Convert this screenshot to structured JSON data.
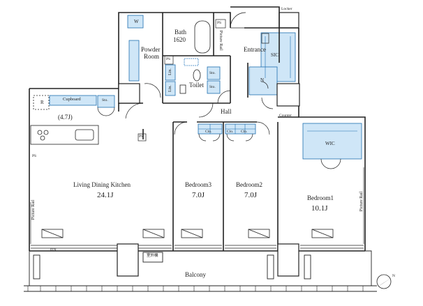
{
  "rooms": {
    "ldk": {
      "name": "Living Dining Kitchen",
      "size": "24.1J"
    },
    "bed3": {
      "name": "Bedroom3",
      "size": "7.0J"
    },
    "bed2": {
      "name": "Bedroom2",
      "size": "7.0J"
    },
    "bed1": {
      "name": "Bedroom1",
      "size": "10.1J"
    },
    "bath": {
      "name": "Bath",
      "size": "1620"
    },
    "powder": {
      "name": "Powder Room",
      "line1": "Powder",
      "line2": "Room"
    },
    "toilet": {
      "name": "Toilet"
    },
    "entrance": {
      "name": "Entrance"
    },
    "hall": {
      "name": "Hall"
    },
    "balcony": {
      "name": "Balcony"
    },
    "sic": {
      "name": "SIC"
    },
    "wic": {
      "name": "WIC"
    },
    "small_room": {
      "size": "(4.7J)"
    }
  },
  "fixtures": {
    "cupboard": "Cupboard",
    "sto": "Sto.",
    "clo": "Clo.",
    "counter": "Counter",
    "locker": "Locker",
    "picture_rail": "Picture Rail",
    "ps": "PS",
    "lin": "Lin.",
    "w": "W",
    "n": "N",
    "r": "R",
    "fix": "FIX",
    "outdoor_unit": "室外機"
  },
  "compass": {
    "north": "N"
  },
  "colors": {
    "wall": "#222222",
    "storage": "#cfe6f7",
    "storage_line": "#1e6fb0",
    "fixture_blue": "#2d7bc0"
  }
}
